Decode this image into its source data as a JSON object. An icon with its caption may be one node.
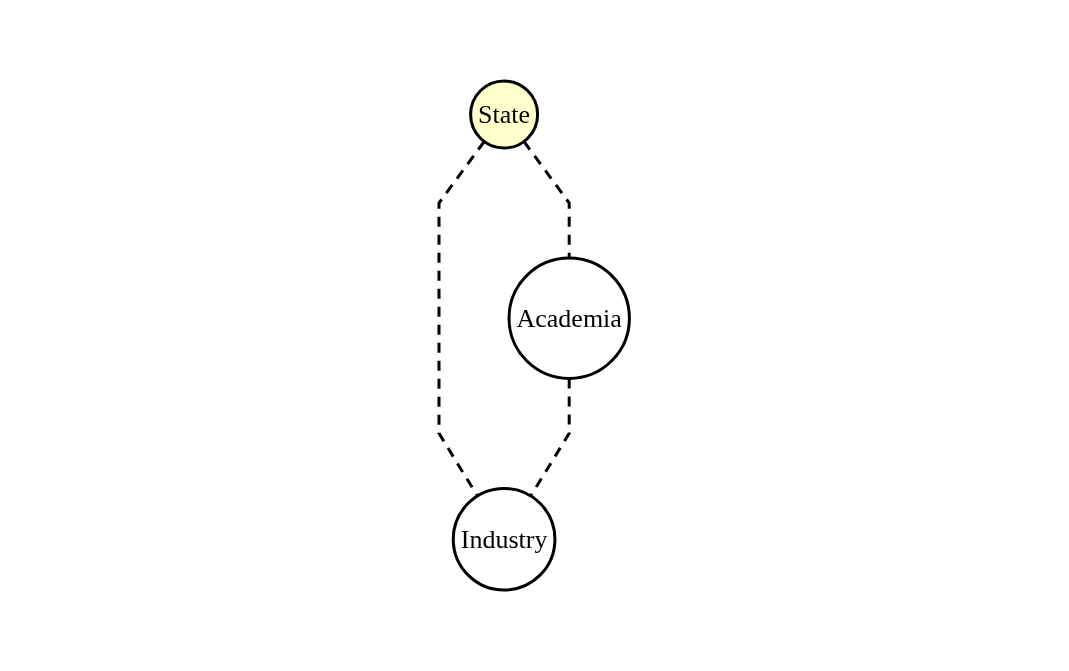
{
  "diagram": {
    "nodes": [
      {
        "text": [
          "State"
        ]
      },
      {
        "text": [
          "Academia"
        ]
      },
      {
        "text": [
          "Industry"
        ]
      }
    ],
    "edges": [
      {
        "from": 0,
        "to": 1,
        "arrow": "none",
        "style": "dashed"
      },
      {
        "from": 0,
        "to": 2,
        "arrow": "none",
        "style": "dashed"
      },
      {
        "from": 1,
        "to": 2,
        "arrow": "none",
        "style": "dashed"
      }
    ]
  }
}
